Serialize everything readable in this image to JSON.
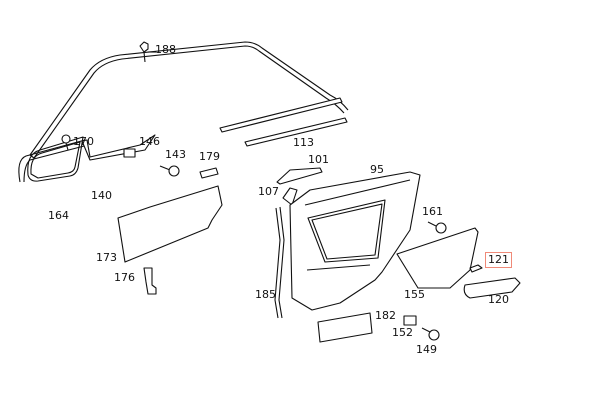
{
  "diagram": {
    "part_labels": [
      "188",
      "170",
      "146",
      "143",
      "179",
      "164",
      "140",
      "173",
      "176",
      "113",
      "101",
      "95",
      "107",
      "161",
      "121",
      "155",
      "120",
      "185",
      "182",
      "152",
      "149"
    ],
    "highlighted_label": "121",
    "highlight_color": "#f08a78"
  }
}
